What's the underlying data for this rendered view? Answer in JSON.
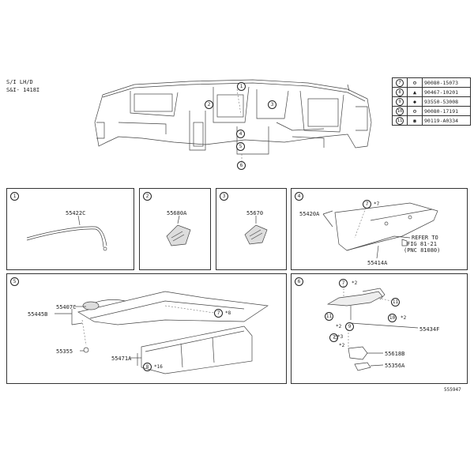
{
  "header": {
    "line1": "S/I LH/D",
    "line2": "S&I-    1418I"
  },
  "legend": [
    {
      "key": "7",
      "part": "90080-15073"
    },
    {
      "key": "8",
      "part": "90467-10201"
    },
    {
      "key": "9",
      "part": "93550-53008"
    },
    {
      "key": "10",
      "part": "90080-17191"
    },
    {
      "key": "11",
      "part": "90119-A0334"
    }
  ],
  "overview": {
    "callouts": [
      "1",
      "2",
      "3",
      "4",
      "5",
      "6"
    ]
  },
  "panels": [
    {
      "num": "1",
      "labels": [
        "55422C"
      ]
    },
    {
      "num": "2",
      "labels": [
        "55680A"
      ]
    },
    {
      "num": "3",
      "labels": [
        "55670"
      ]
    },
    {
      "num": "4",
      "labels": [
        "55420A",
        "55414A",
        "REFER TO",
        "FIG 81-21",
        "(PNC 81080)",
        "*7"
      ],
      "callouts": [
        "7"
      ]
    },
    {
      "num": "5",
      "labels": [
        "55407C",
        "55445B",
        "55355",
        "55471A",
        "*8",
        "*16"
      ],
      "callouts": [
        "7",
        "8"
      ]
    },
    {
      "num": "6",
      "labels": [
        "55434F",
        "55618B",
        "55356A",
        "*2",
        "*2",
        "*2",
        "*2",
        "*3"
      ],
      "callouts": [
        "7",
        "11",
        "11",
        "10",
        "9",
        "7"
      ]
    }
  ],
  "footer": {
    "code": "555947"
  }
}
